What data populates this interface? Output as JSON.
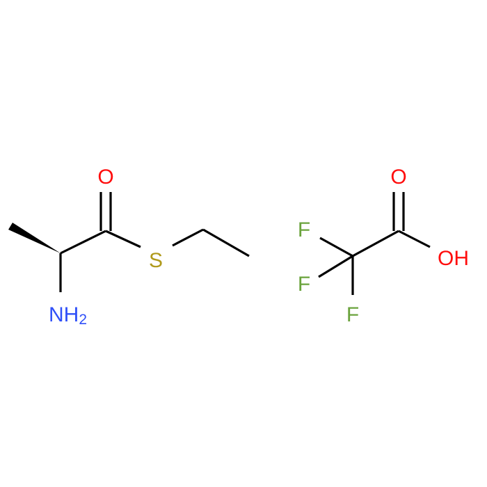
{
  "structures": [
    {
      "atoms": {
        "carbonyl_oxygen": "O",
        "amine_nitrogen": "NH",
        "amine_subscript": "2",
        "sulfur": "S"
      }
    },
    {
      "atoms": {
        "carbonyl_oxygen": "O",
        "hydroxyl": "OH",
        "fluorine_1": "F",
        "fluorine_2": "F",
        "fluorine_3": "F"
      }
    }
  ],
  "colors": {
    "bond": "#000000",
    "oxygen": "#ff0d0d",
    "nitrogen": "#3050f8",
    "sulfur": "#b09a1c",
    "fluorine": "#6aa33c"
  }
}
